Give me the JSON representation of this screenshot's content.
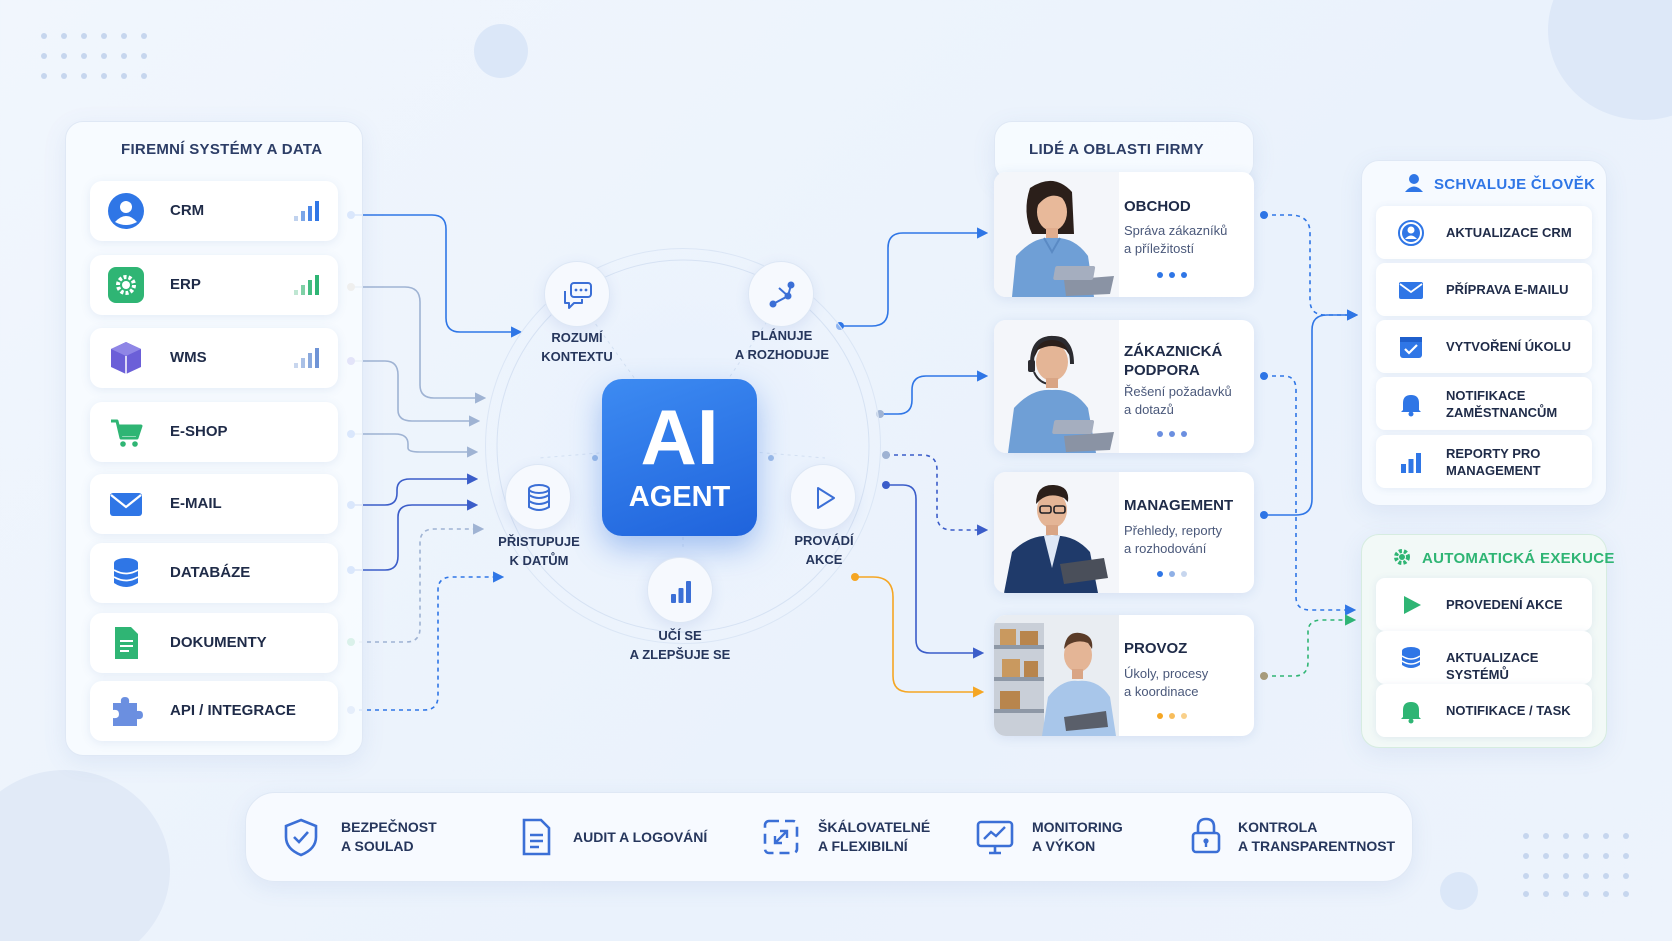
{
  "colors": {
    "accent": "#2f76e6",
    "green": "#2fb574",
    "orange": "#f5a623",
    "purple": "#6b5fd8",
    "text": "#1f2b48"
  },
  "left_panel": {
    "title": "FIREMNÍ SYSTÉMY A DATA",
    "items": [
      {
        "label": "CRM",
        "icon": "user-circle-icon",
        "signal_bars": 4
      },
      {
        "label": "ERP",
        "icon": "gear-icon",
        "signal_bars": 4
      },
      {
        "label": "WMS",
        "icon": "box-icon",
        "signal_bars": 4
      },
      {
        "label": "E-SHOP",
        "icon": "cart-icon"
      },
      {
        "label": "E-MAIL",
        "icon": "envelope-icon"
      },
      {
        "label": "DATABÁZE",
        "icon": "database-icon"
      },
      {
        "label": "DOKUMENTY",
        "icon": "document-icon"
      },
      {
        "label": "API / INTEGRACE",
        "icon": "puzzle-icon"
      }
    ]
  },
  "hub": {
    "title_big": "AI",
    "title_small": "AGENT",
    "capabilities": [
      {
        "line1": "ROZUMÍ",
        "line2": "KONTEXTU",
        "icon": "chat-icon"
      },
      {
        "line1": "PLÁNUJE",
        "line2": "A ROZHODUJE",
        "icon": "route-icon"
      },
      {
        "line1": "PŘISTUPUJE",
        "line2": "K DATŮM",
        "icon": "database-icon"
      },
      {
        "line1": "PROVÁDÍ",
        "line2": "AKCE",
        "icon": "play-icon"
      },
      {
        "line1": "UČÍ SE",
        "line2": "A ZLEPŠUJE SE",
        "icon": "bar-chart-icon"
      }
    ]
  },
  "middle_right_panel": {
    "title": "LIDÉ A OBLASTI FIRMY",
    "departments": [
      {
        "title": "OBCHOD",
        "desc1": "Správa zákazníků",
        "desc2": "a příležitostí",
        "dot_color": "#2f76e6"
      },
      {
        "title1": "ZÁKAZNICKÁ",
        "title2": "PODPORA",
        "desc1": "Řešení požadavků",
        "desc2": "a dotazů",
        "dot_color": "#6b8fe0"
      },
      {
        "title": "MANAGEMENT",
        "desc1": "Přehledy, reporty",
        "desc2": "a rozhodování",
        "dot_color": "#2f76e6"
      },
      {
        "title": "PROVOZ",
        "desc1": "Úkoly, procesy",
        "desc2": "a koordinace",
        "dot_color": "#f5a623"
      }
    ]
  },
  "approval_panel": {
    "title": "SCHVALUJE ČLOVĚK",
    "items": [
      {
        "line1": "AKTUALIZACE CRM",
        "icon": "user-circle-icon"
      },
      {
        "line1": "PŘÍPRAVA E-MAILU",
        "icon": "envelope-icon"
      },
      {
        "line1": "VYTVOŘENÍ ÚKOLU",
        "icon": "checkbox-icon"
      },
      {
        "line1": "NOTIFIKACE",
        "line2": "ZAMĚSTNANCŮM",
        "icon": "bell-icon"
      },
      {
        "line1": "REPORTY PRO",
        "line2": "MANAGEMENT",
        "icon": "bar-chart-icon"
      }
    ]
  },
  "auto_panel": {
    "title": "AUTOMATICKÁ EXEKUCE",
    "items": [
      {
        "line1": "PROVEDENÍ AKCE",
        "icon": "play-icon"
      },
      {
        "line1": "AKTUALIZACE SYSTÉMŮ",
        "icon": "database-icon"
      },
      {
        "line1": "NOTIFIKACE / TASK",
        "icon": "bell-icon"
      }
    ]
  },
  "footer": {
    "items": [
      {
        "line1": "BEZPEČNOST",
        "line2": "A SOULAD",
        "icon": "shield-check-icon"
      },
      {
        "line1": "AUDIT A LOGOVÁNÍ",
        "icon": "document-icon"
      },
      {
        "line1": "ŠKÁLOVATELNÉ",
        "line2": "A FLEXIBILNÍ",
        "icon": "expand-icon"
      },
      {
        "line1": "MONITORING",
        "line2": "A VÝKON",
        "icon": "monitor-chart-icon"
      },
      {
        "line1": "KONTROLA",
        "line2": "A TRANSPARENTNOST",
        "icon": "lock-icon"
      }
    ]
  }
}
